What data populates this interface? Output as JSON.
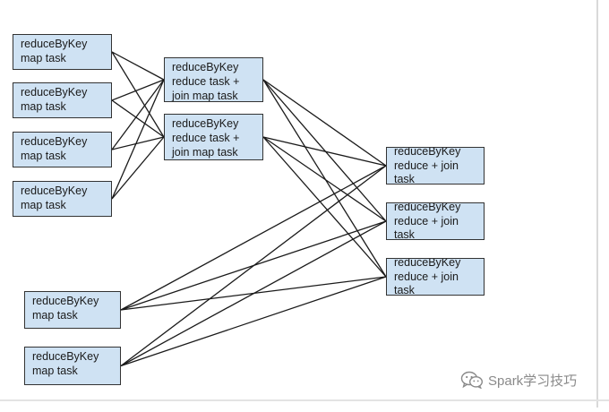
{
  "diagram": {
    "nodes": [
      {
        "id": "m1",
        "lines": [
          "reduceByKey",
          "map task"
        ]
      },
      {
        "id": "m2",
        "lines": [
          "reduceByKey",
          "map task"
        ]
      },
      {
        "id": "m3",
        "lines": [
          "reduceByKey",
          "map task"
        ]
      },
      {
        "id": "m4",
        "lines": [
          "reduceByKey",
          "map task"
        ]
      },
      {
        "id": "j1",
        "lines": [
          "reduceByKey",
          "reduce task +",
          "join map task"
        ]
      },
      {
        "id": "j2",
        "lines": [
          "reduceByKey",
          "reduce task +",
          "join map task"
        ]
      },
      {
        "id": "m5",
        "lines": [
          "reduceByKey",
          "map task"
        ]
      },
      {
        "id": "m6",
        "lines": [
          "reduceByKey",
          "map task"
        ]
      },
      {
        "id": "r1",
        "lines": [
          "reduceByKey",
          "reduce + join",
          "task"
        ]
      },
      {
        "id": "r2",
        "lines": [
          "reduceByKey",
          "reduce + join",
          "task"
        ]
      },
      {
        "id": "r3",
        "lines": [
          "reduceByKey",
          "reduce + join",
          "task"
        ]
      }
    ],
    "edges": [
      [
        "m1",
        "j1"
      ],
      [
        "m1",
        "j2"
      ],
      [
        "m2",
        "j1"
      ],
      [
        "m2",
        "j2"
      ],
      [
        "m3",
        "j1"
      ],
      [
        "m3",
        "j2"
      ],
      [
        "m4",
        "j1"
      ],
      [
        "m4",
        "j2"
      ],
      [
        "j1",
        "r1"
      ],
      [
        "j1",
        "r2"
      ],
      [
        "j1",
        "r3"
      ],
      [
        "j2",
        "r1"
      ],
      [
        "j2",
        "r2"
      ],
      [
        "j2",
        "r3"
      ],
      [
        "m5",
        "r1"
      ],
      [
        "m5",
        "r2"
      ],
      [
        "m5",
        "r3"
      ],
      [
        "m6",
        "r1"
      ],
      [
        "m6",
        "r2"
      ],
      [
        "m6",
        "r3"
      ]
    ]
  },
  "watermark": {
    "text": "Spark学习技巧",
    "icon": "wechat-icon"
  }
}
